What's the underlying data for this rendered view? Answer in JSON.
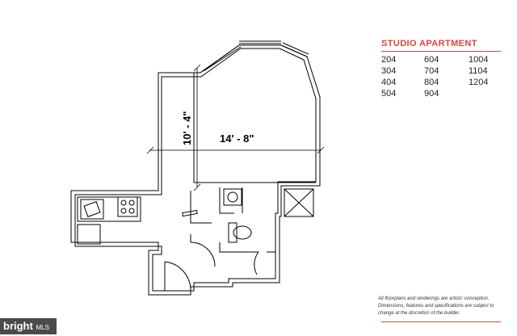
{
  "title": "STUDIO APARTMENT",
  "units": [
    "204",
    "604",
    "1004",
    "304",
    "704",
    "1104",
    "404",
    "804",
    "1204",
    "504",
    "904",
    ""
  ],
  "dimensions": {
    "width": "14' - 8\"",
    "depth": "10' - 4\""
  },
  "disclaimer": "All floorplans and renderings are artists' conception. Dimensions, features and specifications are subject to change at the discretion of the builder.",
  "watermark": {
    "brand": "bright",
    "suffix": "MLS"
  },
  "colors": {
    "accent": "#d0473f",
    "line": "#000000"
  }
}
